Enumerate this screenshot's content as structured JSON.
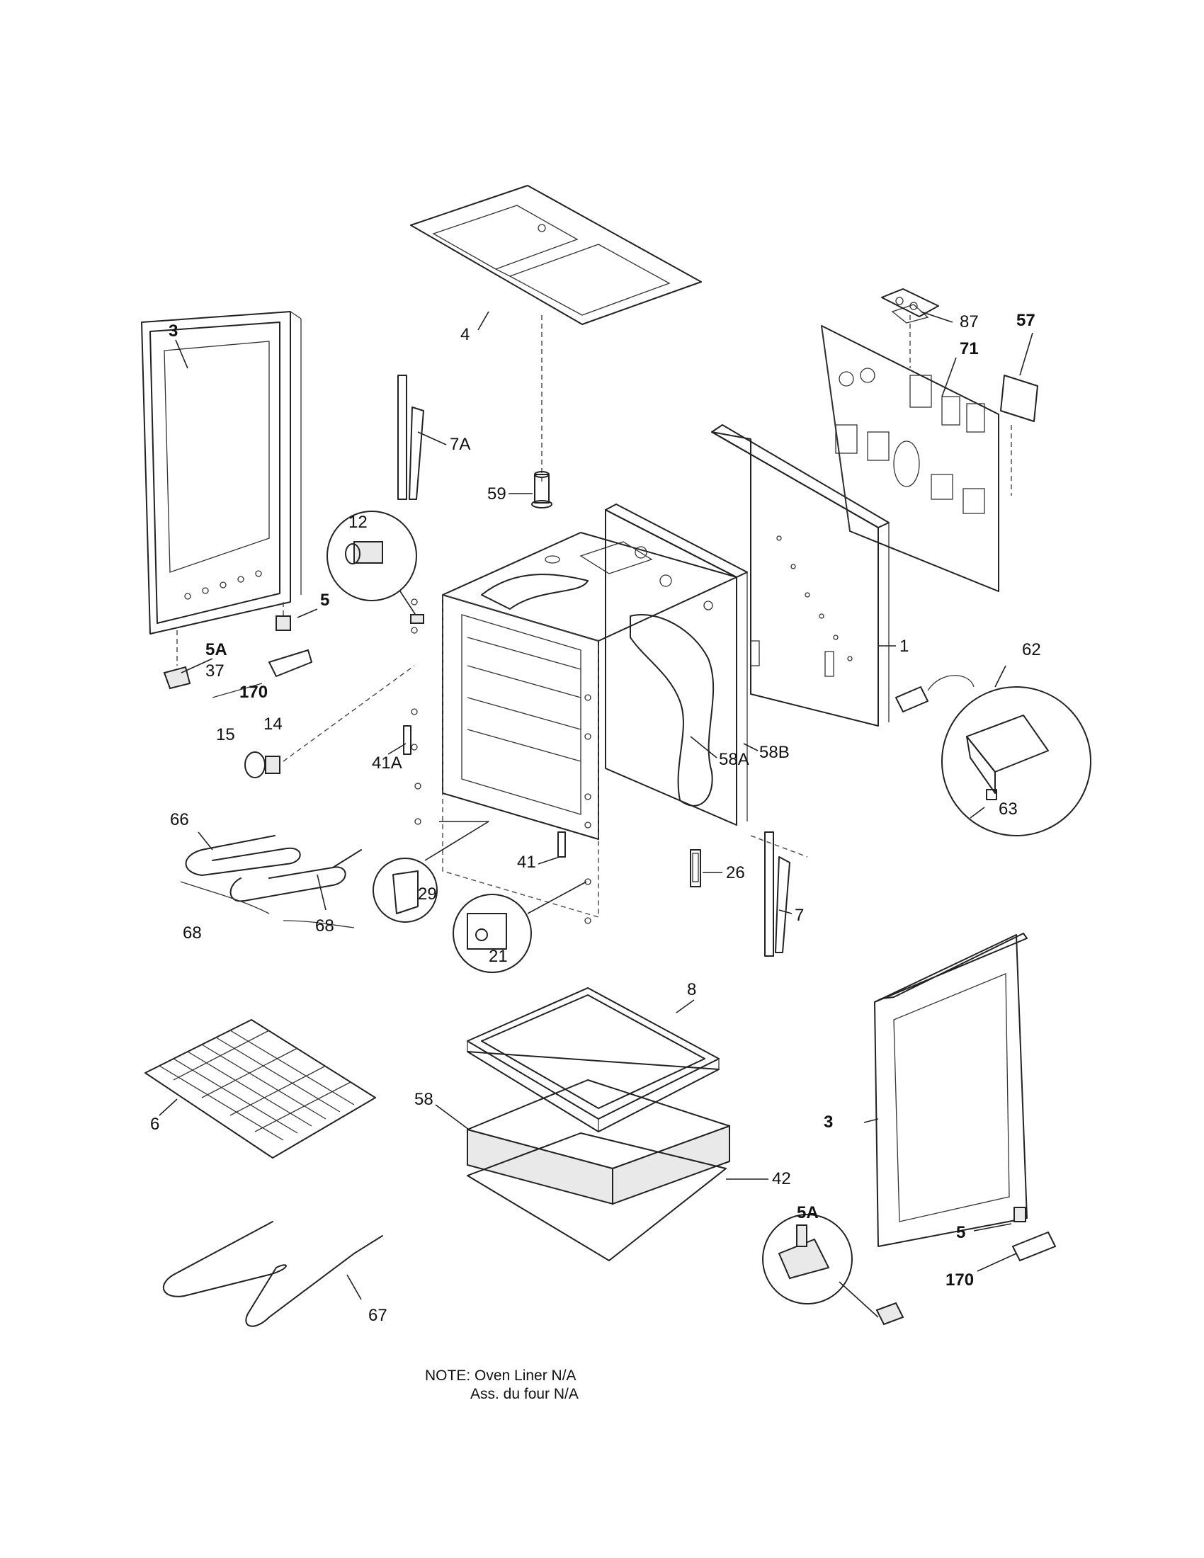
{
  "callouts": {
    "c1": "1",
    "c3a": "3",
    "c3b": "3",
    "c4": "4",
    "c5a": "5",
    "c5b": "5",
    "c5Aa": "5A",
    "c5Ab": "5A",
    "c6": "6",
    "c7": "7",
    "c7A": "7A",
    "c8": "8",
    "c12": "12",
    "c14": "14",
    "c15": "15",
    "c21": "21",
    "c26": "26",
    "c29": "29",
    "c37": "37",
    "c41": "41",
    "c41A": "41A",
    "c42": "42",
    "c57": "57",
    "c58": "58",
    "c58A": "58A",
    "c58B": "58B",
    "c59": "59",
    "c62": "62",
    "c63": "63",
    "c66": "66",
    "c67": "67",
    "c68a": "68",
    "c68b": "68",
    "c71": "71",
    "c87": "87",
    "c170a": "170",
    "c170b": "170"
  },
  "note": {
    "line1": "NOTE: Oven Liner N/A",
    "line2": "Ass. du four N/A"
  }
}
